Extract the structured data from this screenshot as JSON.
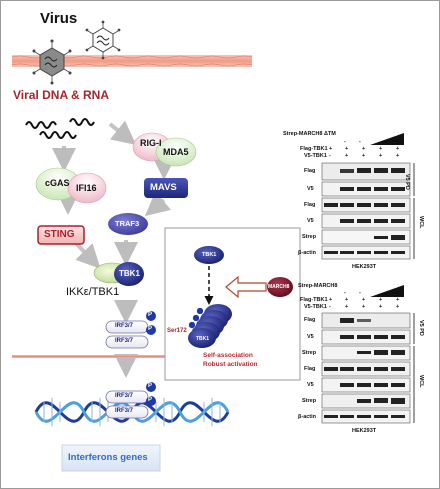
{
  "pathway": {
    "virus_label": "Virus",
    "viral_dna_rna_label": "Viral DNA & RNA",
    "rig_i": "RIG-I",
    "mda5": "MDA5",
    "mavs": "MAVS",
    "cgas": "cGAS",
    "ifi16": "IFI16",
    "sting": "STING",
    "traf3": "TRAF3",
    "tbk1": "TBK1",
    "ikk_label": "IKKε/TBK1",
    "irf37": "IRF3/7",
    "p": "P",
    "interferons_genes": "Interferons genes"
  },
  "inset": {
    "tbk1": "TBK1",
    "march8": "MARCH8",
    "ser172": "Ser172",
    "p": "P",
    "self_association": "Self-association",
    "robust_activation": "Robust activation"
  },
  "blot_top": {
    "rows_conditions": [
      {
        "label": "Strep-MARCH8 ΔTM",
        "values": [
          "-",
          "-"
        ]
      },
      {
        "label": "Flag-TBK1",
        "values": [
          "+",
          "+",
          "+",
          "+",
          "+"
        ]
      },
      {
        "label": "V5-TBK1",
        "values": [
          "-",
          "+",
          "+",
          "+",
          "+"
        ]
      }
    ],
    "bands": [
      "Flag",
      "V5",
      "Flag",
      "V5",
      "Strep",
      "β-actin"
    ],
    "side_labels": [
      "V5 PD",
      "WCL"
    ],
    "cell_line": "HEK293T"
  },
  "blot_bottom": {
    "rows_conditions": [
      {
        "label": "Strep-MARCH8",
        "values": [
          "-",
          "-"
        ]
      },
      {
        "label": "Flag-TBK1",
        "values": [
          "+",
          "+",
          "+",
          "+",
          "+"
        ]
      },
      {
        "label": "V5-TBK1",
        "values": [
          "-",
          "+",
          "+",
          "+",
          "+"
        ]
      }
    ],
    "bands": [
      "Flag",
      "V5",
      "Strep",
      "Flag",
      "V5",
      "Strep",
      "β-actin"
    ],
    "side_labels": [
      "V5 PD",
      "WCL"
    ],
    "cell_line": "HEK293T"
  }
}
